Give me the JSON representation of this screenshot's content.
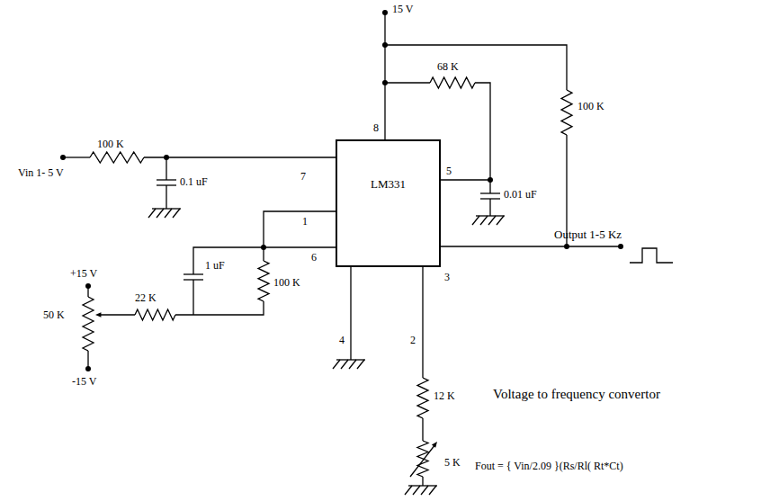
{
  "diagram": {
    "nodes": [
      {
        "text": [
          "LM331"
        ]
      }
    ],
    "labels": [
      "15 V",
      "68 K",
      "100 K",
      "8",
      "5",
      "Vin 1- 5 V",
      "100 K",
      "0.1 uF",
      "7",
      "0.01 uF",
      "1",
      "1 uF",
      "6",
      "100 K",
      "+15 V",
      "50 K",
      "22 K",
      "-15 V",
      "4",
      "2",
      "3",
      "12 K",
      "5 K",
      "Output 1-5 Kz",
      "Voltage to frequency convertor",
      "Fout = { Vin/2.09 }(Rs/Rl( Rt*Ct)"
    ]
  }
}
